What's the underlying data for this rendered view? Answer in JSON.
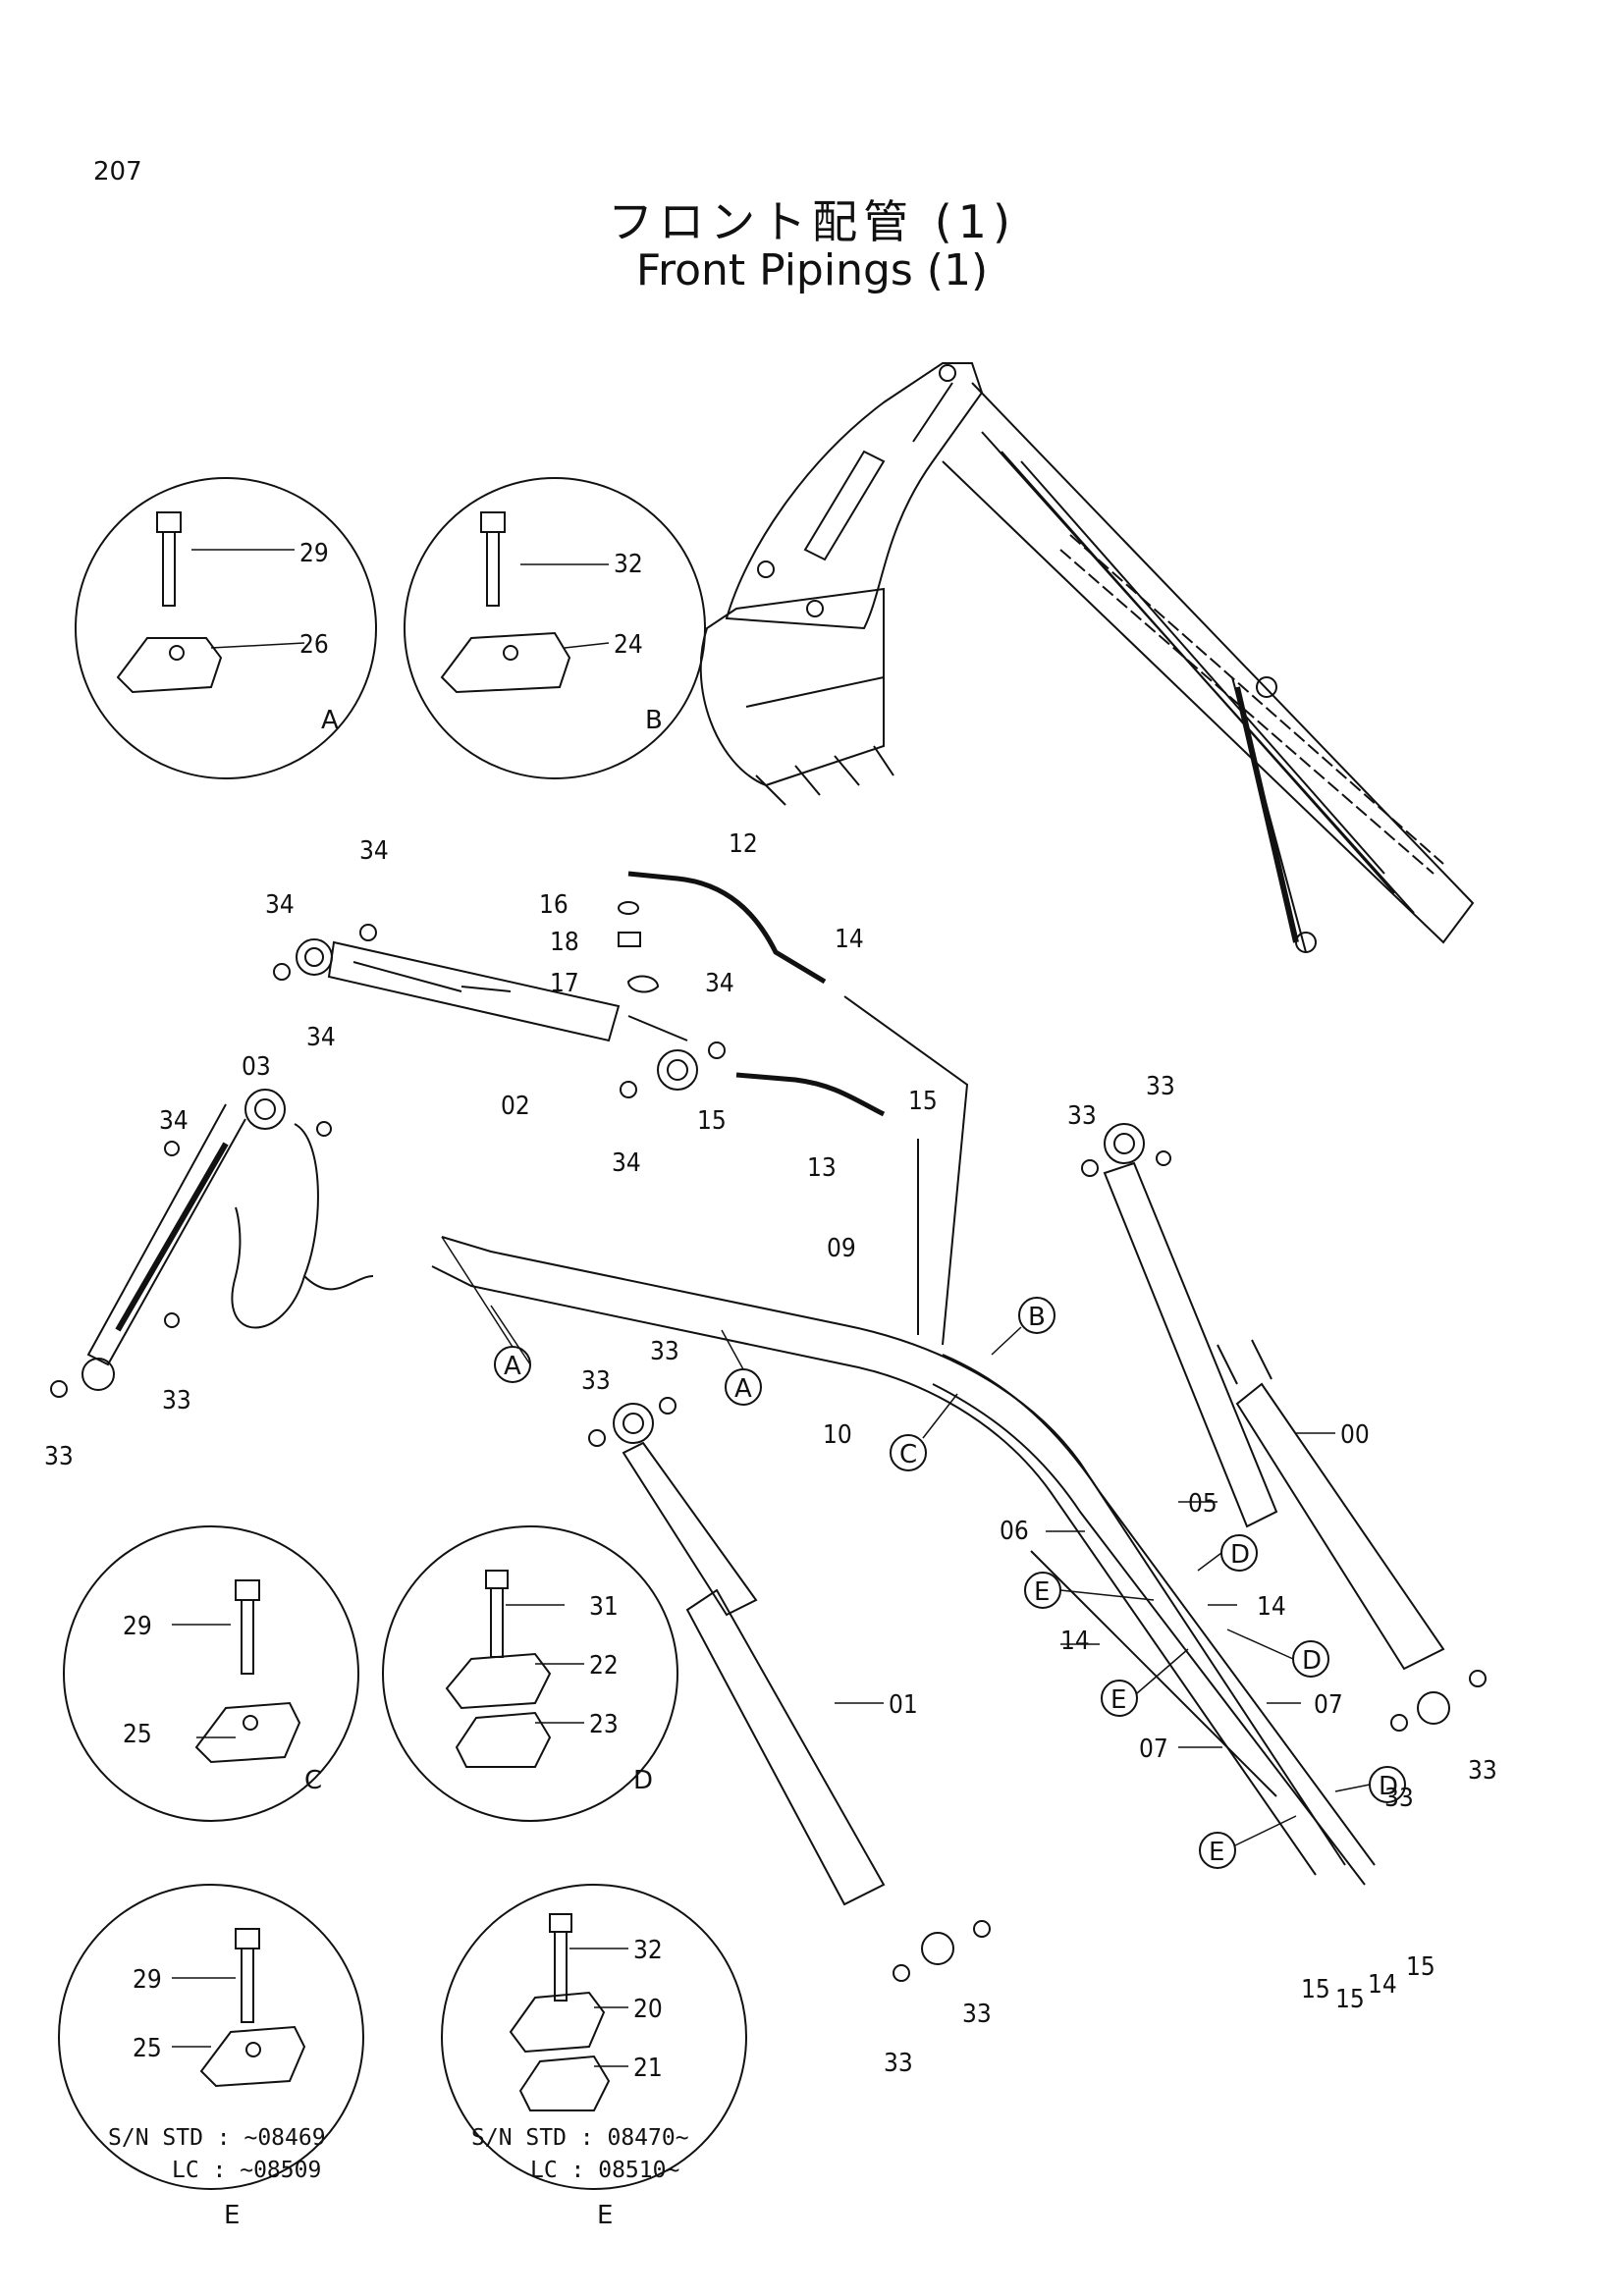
{
  "page_number": "207",
  "title_jp": "フロント配管 (1)",
  "title_en": "Front Pipings (1)",
  "parts": {
    "p00": "00",
    "p01": "01",
    "p02": "02",
    "p03": "03",
    "p05": "05",
    "p06": "06",
    "p07": "07",
    "p09": "09",
    "p10": "10",
    "p12": "12",
    "p13": "13",
    "p14": "14",
    "p15": "15",
    "p16": "16",
    "p17": "17",
    "p18": "18",
    "p20": "20",
    "p21": "21",
    "p22": "22",
    "p23": "23",
    "p24": "24",
    "p25": "25",
    "p26": "26",
    "p29": "29",
    "p31": "31",
    "p32": "32",
    "p33": "33",
    "p34": "34"
  },
  "detail_letters": {
    "a": "A",
    "b": "B",
    "c": "C",
    "d": "D",
    "e": "E"
  },
  "serial_notes": {
    "e1_line1": "S/N STD : ~08469",
    "e1_line2": "LC  : ~08509",
    "e2_line1": "S/N STD : 08470~",
    "e2_line2": "LC  : 08510~"
  }
}
